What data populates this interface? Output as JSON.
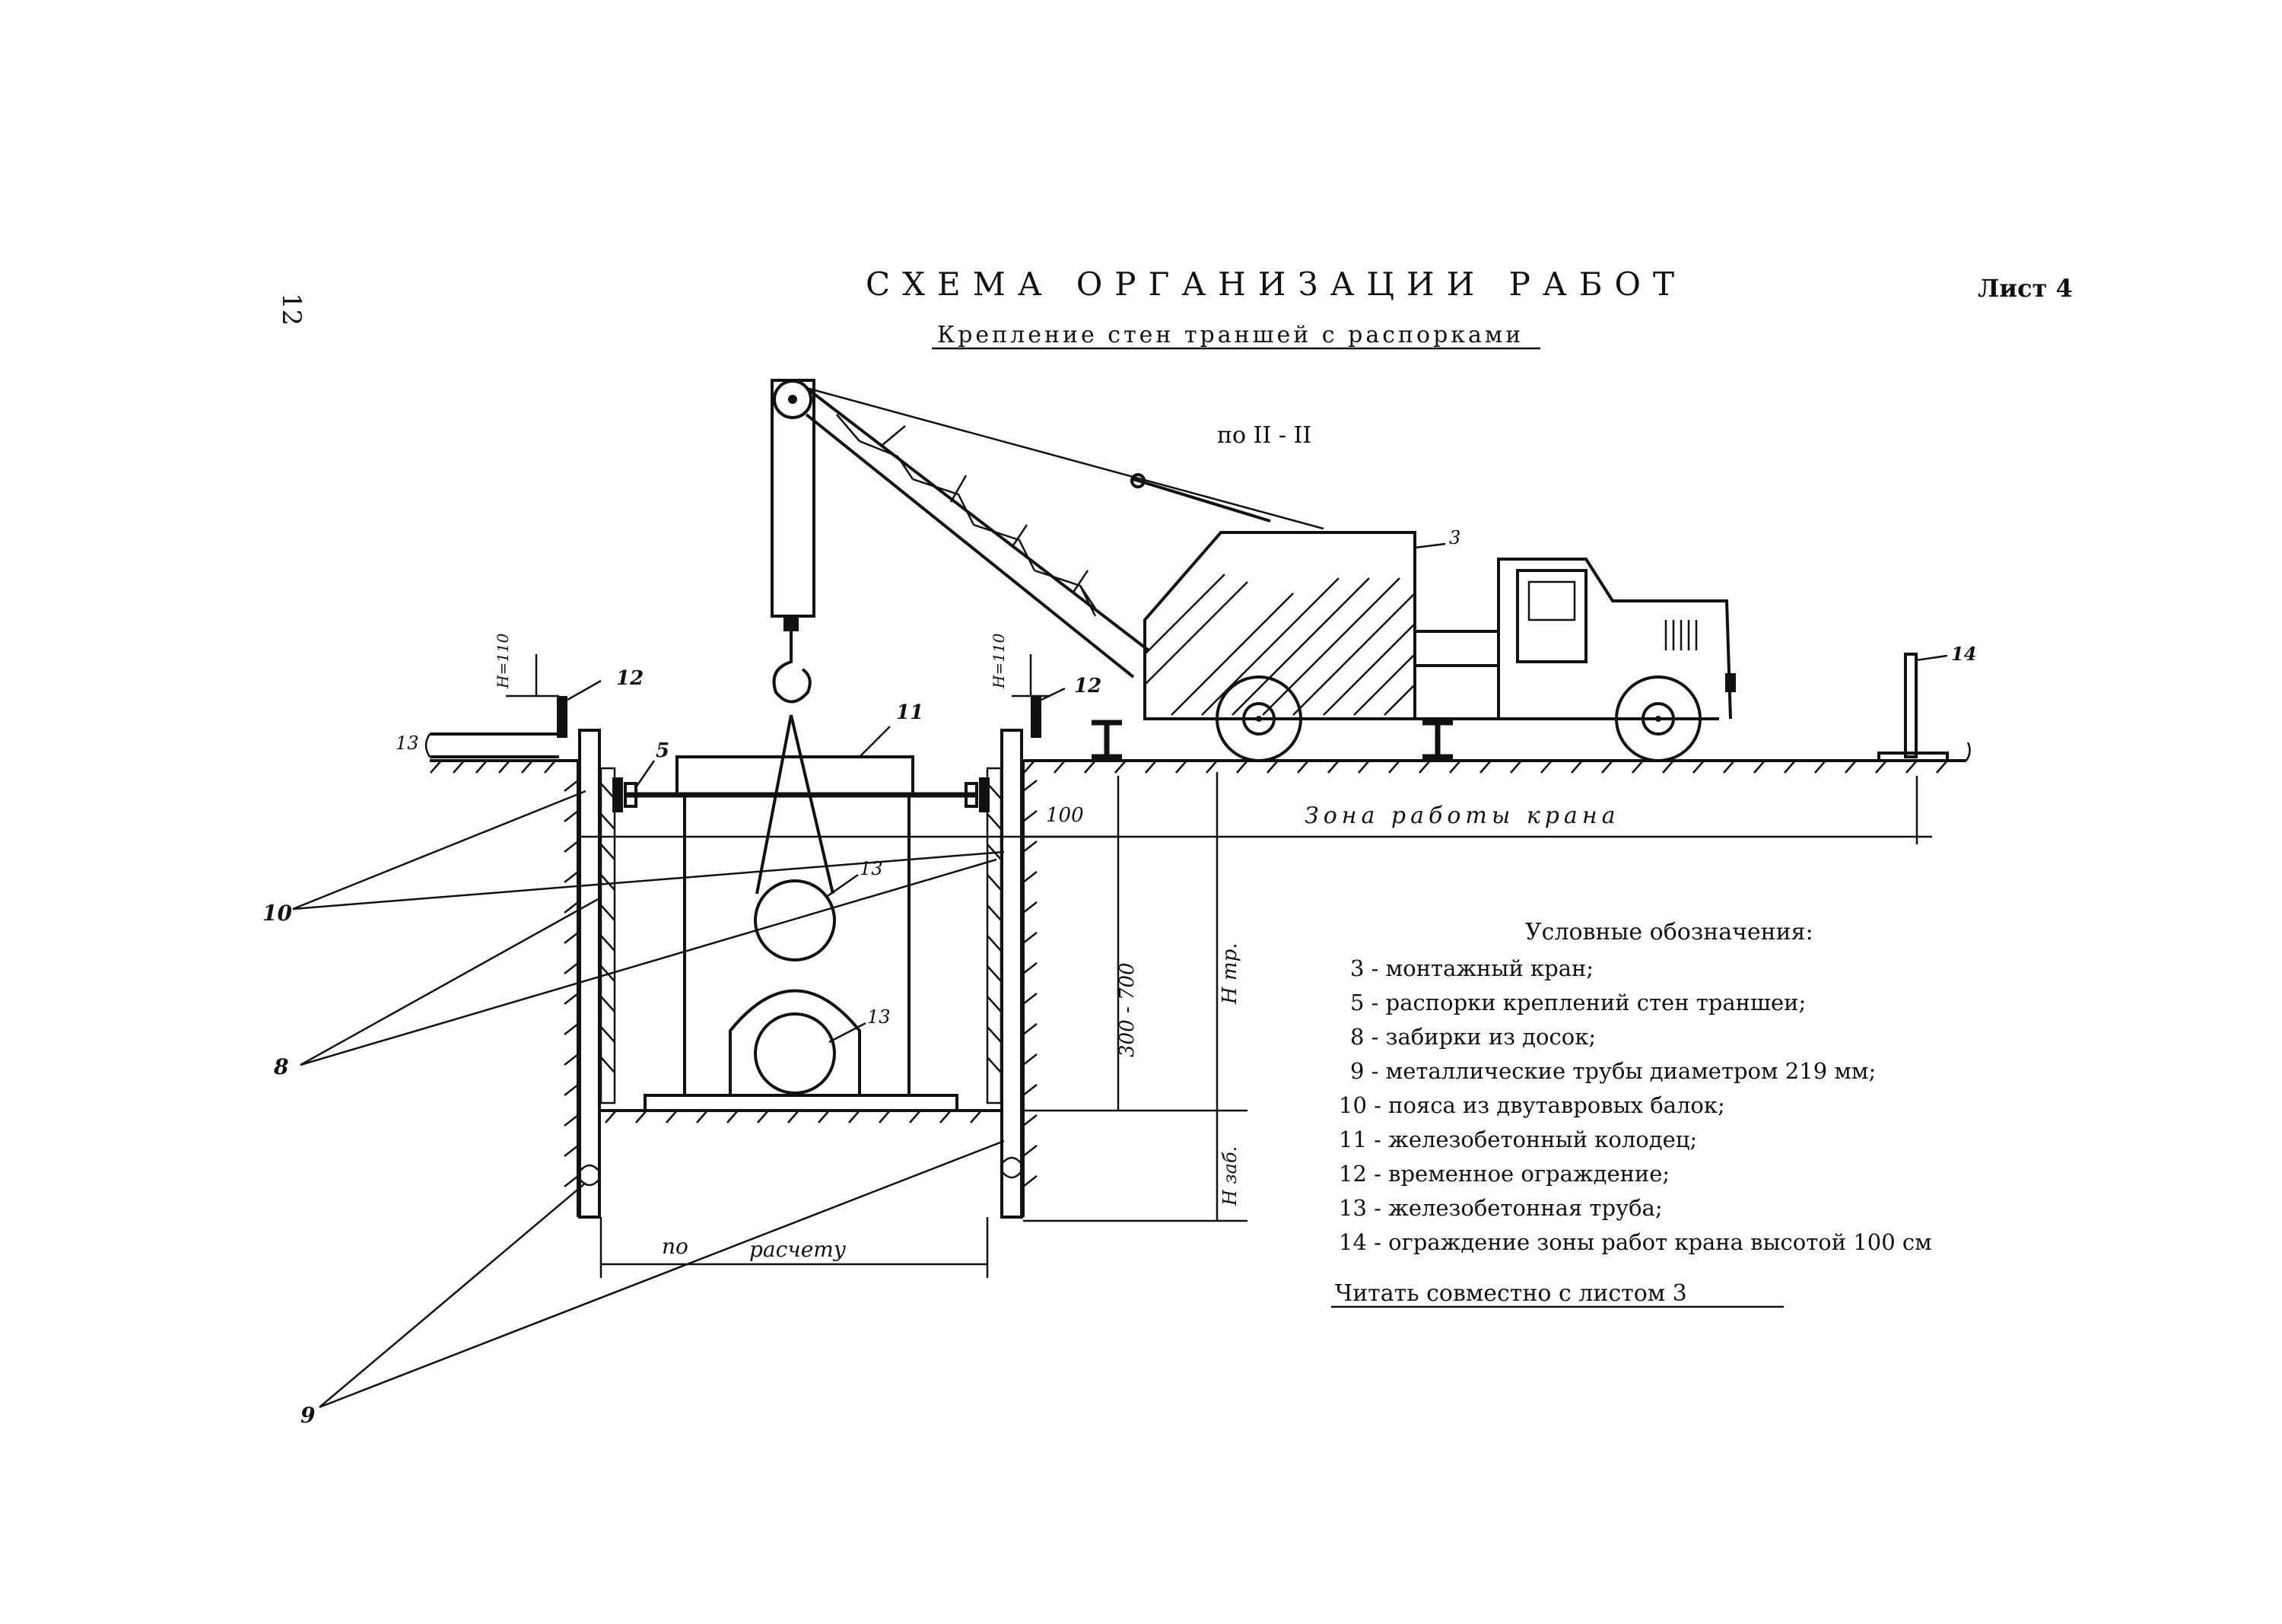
{
  "page_number": "12",
  "title": "СХЕМА ОРГАНИЗАЦИИ РАБОТ",
  "sheet": "Лист 4",
  "subtitle": "Крепление стен траншей с распорками",
  "section": "по II - II",
  "callouts": {
    "c3": "3",
    "c5": "5",
    "c8": "8",
    "c9": "9",
    "c10": "10",
    "c11": "11",
    "c12a": "12",
    "c12b": "12",
    "c13a": "13",
    "c13b": "13",
    "c13c": "13",
    "c14": "14"
  },
  "dimensions": {
    "h_left": "H=110",
    "h_right": "H=110",
    "d100": "100",
    "d300": "300 - 700",
    "htr": "H тр.",
    "hzab": "H заб.",
    "po": "по",
    "raschetu": "расчету",
    "zone": "Зона работы крана"
  },
  "legend": {
    "title": "Условные обозначения:",
    "items": [
      "3 - монтажный кран;",
      "5 - распорки креплений стен траншеи;",
      "8 - забирки из досок;",
      "9 - металлические трубы диаметром 219 мм;",
      "10 - пояса из двутавровых балок;",
      "11 - железобетонный колодец;",
      "12 - временное ограждение;",
      "13 - железобетонная труба;",
      "14 - ограждение зоны работ крана высотой 100 см"
    ],
    "note": "Читать совместно с листом 3"
  }
}
